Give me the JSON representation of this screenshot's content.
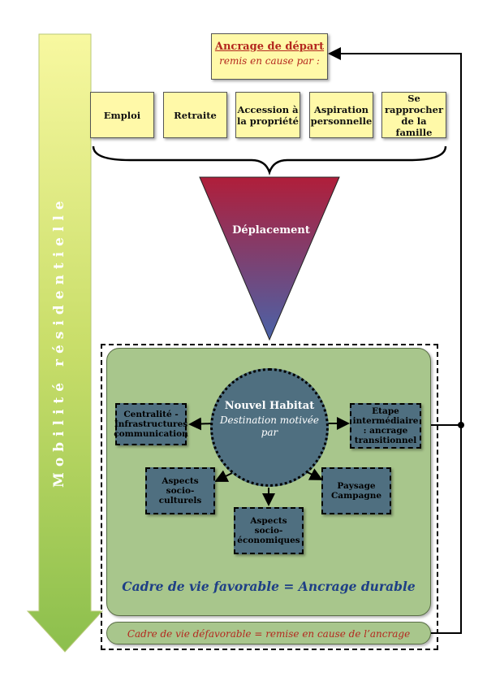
{
  "vertical_label": "Mobilité résidentielle",
  "anchor": {
    "title": "Ancrage de départ",
    "subtitle": "remis en cause par :"
  },
  "reasons": [
    "Emploi",
    "Retraite",
    "Accession à la propriété",
    "Aspiration personnelle",
    "Se rapprocher de la famille"
  ],
  "displacement": "Déplacement",
  "habitat": {
    "title": "Nouvel Habitat",
    "subtitle": "Destination motivée par"
  },
  "factors": {
    "centralite": "Centralité - Infrastructures communication",
    "socio_culturels": "Aspects socio-culturels",
    "socio_economiques": "Aspects socio-économiques",
    "paysage": "Paysage Campagne",
    "etape": "Etape intermédiaire : ancrage transitionnel"
  },
  "favorable": "Cadre de vie favorable = Ancrage durable",
  "defavorable": "Cadre de vie défavorable = remise en cause de l’ancrage",
  "colors": {
    "yellow_box": "#fff9a8",
    "red_text": "#b4281e",
    "blue_text": "#1e3f86",
    "green_panel": "#a8c68c",
    "slate_box": "#4f6f80",
    "triangle_top": "#b01e3a",
    "triangle_bottom": "#4a63a8"
  }
}
